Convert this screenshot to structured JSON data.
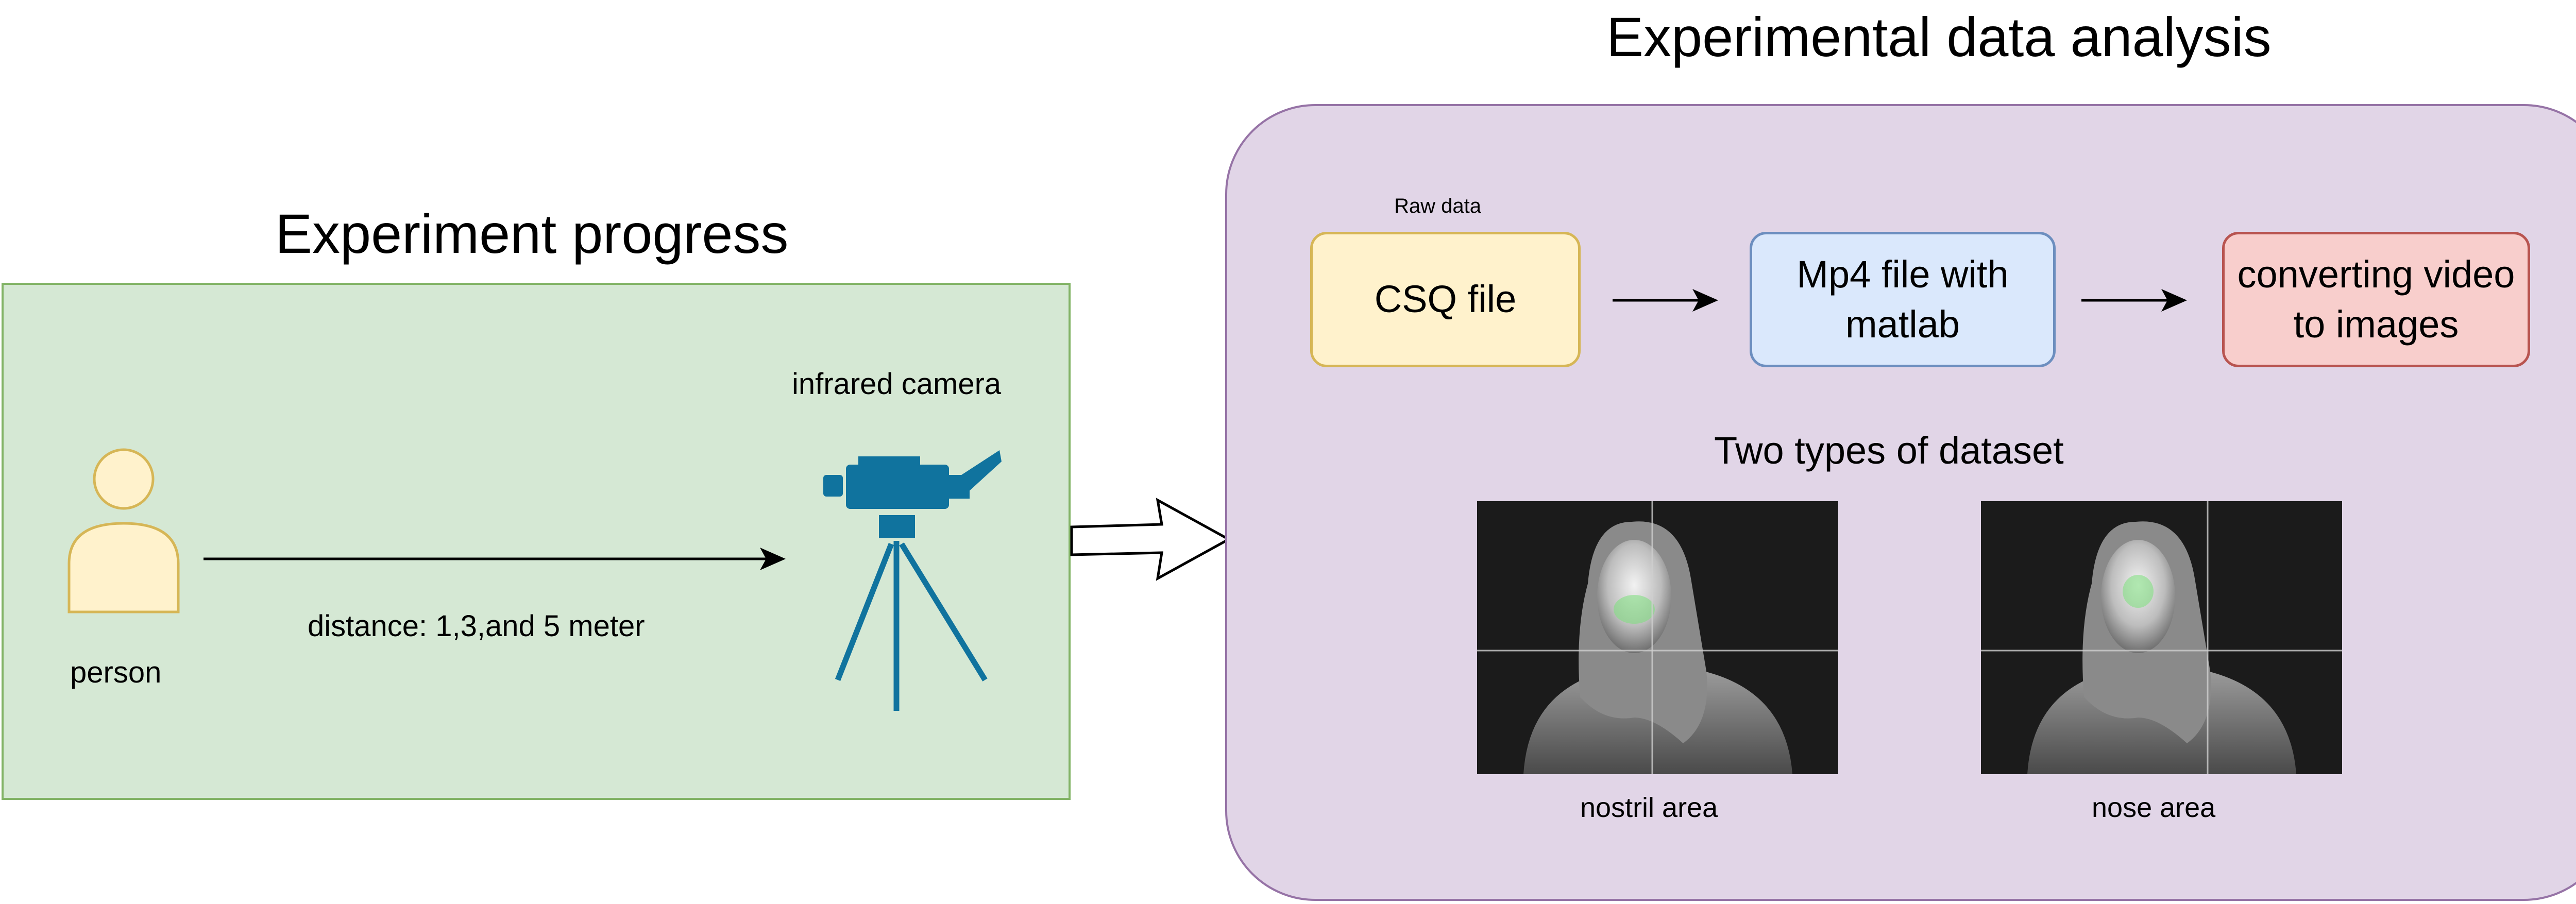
{
  "titles": {
    "left": "Experiment progress",
    "right": "Experimental data analysis"
  },
  "experiment": {
    "person_label": "person",
    "camera_label": "infrared camera",
    "distance_label": "distance: 1,3,and 5 meter"
  },
  "analysis": {
    "raw_data_label": "Raw data",
    "steps": [
      "CSQ file",
      "Mp4 file with\nmatlab",
      "converting video\nto images"
    ],
    "dataset_title": "Two types of dataset",
    "datasets": [
      "nostril area",
      "nose area"
    ]
  },
  "colors": {
    "left_panel_fill": "#d5e8d4",
    "left_panel_border": "#82b366",
    "right_panel_fill": "#e1d5e7",
    "right_panel_border": "#9673a6",
    "csq_fill": "#fff2cc",
    "csq_border": "#d6b656",
    "mp4_fill": "#dae8fc",
    "mp4_border": "#6c8ebf",
    "conv_fill": "#f8cecc",
    "conv_border": "#b85450",
    "person_fill": "#fff2cc",
    "person_border": "#d6b656",
    "camera_color": "#10739e",
    "roi_green": "#7be07b"
  },
  "icons": [
    "person-icon",
    "infrared-camera-icon",
    "arrow-icon",
    "block-arrow-icon"
  ]
}
